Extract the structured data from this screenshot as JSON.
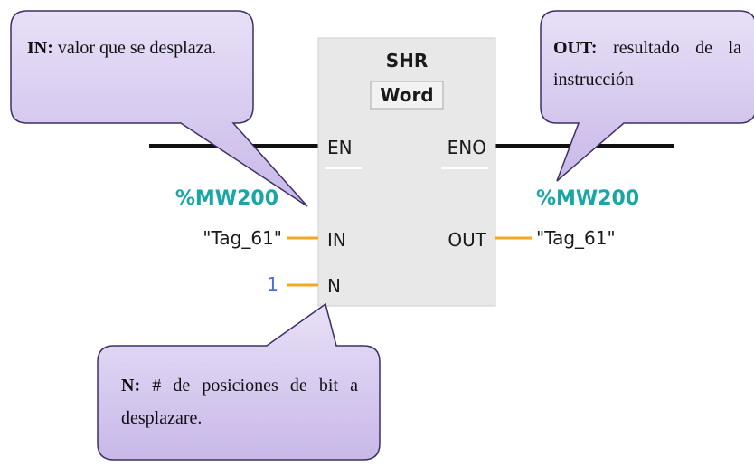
{
  "block": {
    "title": "SHR",
    "datatype": "Word",
    "pins": {
      "en": "EN",
      "eno": "ENO",
      "in": "IN",
      "out": "OUT",
      "n": "N"
    }
  },
  "operands": {
    "in_address": "%MW200",
    "in_tag": "\"Tag_61\"",
    "out_address": "%MW200",
    "out_tag": "\"Tag_61\"",
    "n_value": "1"
  },
  "callouts": {
    "in": {
      "label": "IN:",
      "text": "valor que se desplaza."
    },
    "out": {
      "label": "OUT:",
      "text": "resultado de la instrucción"
    },
    "n": {
      "label": "N:",
      "text": "# de posiciones de bit a desplazare."
    }
  },
  "colors": {
    "callout_fill": "#cdbfe9",
    "callout_stroke": "#3d2f66",
    "wire_orange": "#f5a623",
    "block_fill": "#e8e8e8",
    "address_teal": "#1aa6a6",
    "constant_blue": "#4a6fd8"
  }
}
